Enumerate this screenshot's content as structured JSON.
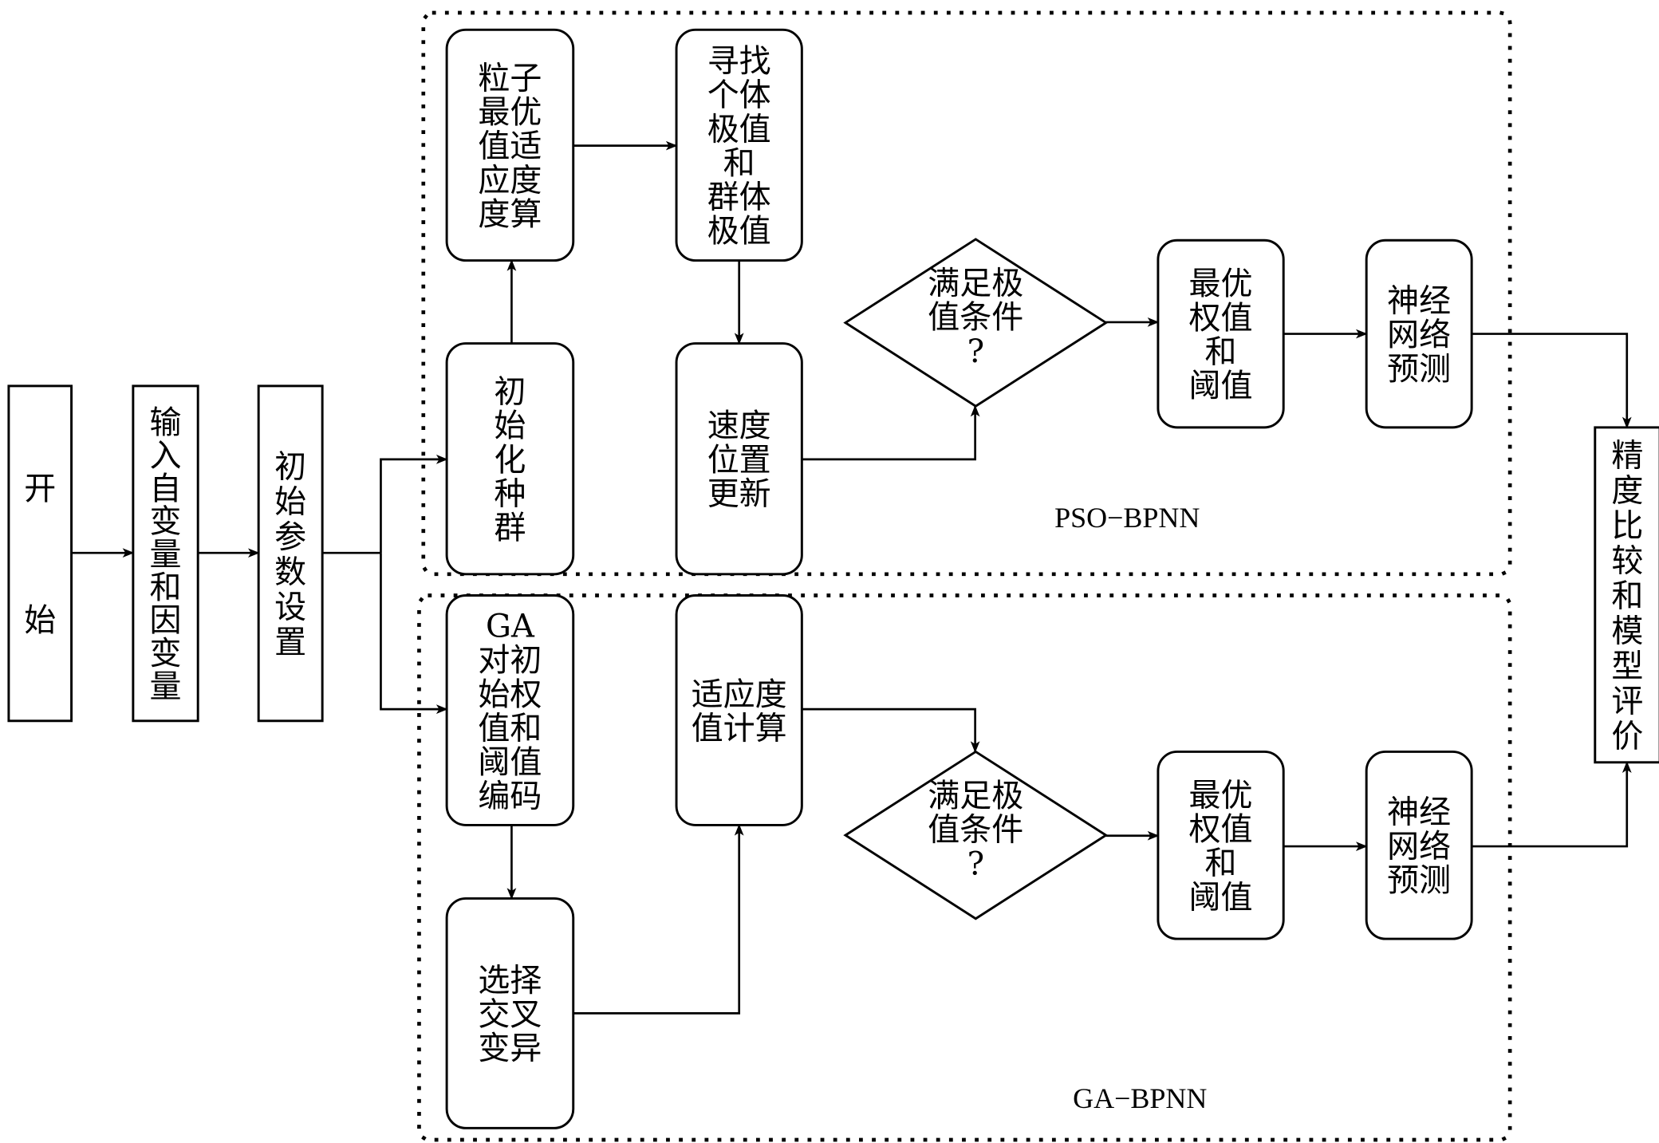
{
  "diagram": {
    "type": "flowchart",
    "colors": {
      "stroke": "#000000",
      "background": "#ffffff"
    },
    "groups": [
      {
        "id": "pso",
        "label": "PSO−BPNN"
      },
      {
        "id": "ga",
        "label": "GA−BPNN"
      }
    ],
    "nodes": {
      "start": {
        "shape": "rect",
        "lines": [
          "开",
          "",
          "始"
        ]
      },
      "input": {
        "shape": "rect",
        "lines": [
          "输",
          "入",
          "自",
          "变",
          "量",
          "和",
          "因",
          "变",
          "量"
        ]
      },
      "params": {
        "shape": "rect",
        "lines": [
          "初",
          "始",
          "参",
          "数",
          "设",
          "置"
        ]
      },
      "pso_init": {
        "shape": "rounded",
        "group": "pso",
        "lines": [
          "初",
          "始",
          "化",
          "种",
          "群"
        ]
      },
      "pso_fitness": {
        "shape": "rounded",
        "group": "pso",
        "lines": [
          "粒子",
          "最优",
          "值适",
          "应度",
          "度算"
        ]
      },
      "pso_extreme": {
        "shape": "rounded",
        "group": "pso",
        "lines": [
          "寻找",
          "个体",
          "极值",
          "和",
          "群体",
          "极值"
        ]
      },
      "pso_update": {
        "shape": "rounded",
        "group": "pso",
        "lines": [
          "速度",
          "位置",
          "更新"
        ]
      },
      "pso_decision": {
        "shape": "diamond",
        "group": "pso",
        "lines": [
          "满足极",
          "值条件",
          "?"
        ]
      },
      "pso_best": {
        "shape": "rounded",
        "group": "pso",
        "lines": [
          "最优",
          "权值",
          "和",
          "阈值"
        ]
      },
      "pso_predict": {
        "shape": "rounded",
        "group": "pso",
        "lines": [
          "神经",
          "网络",
          "预测"
        ]
      },
      "ga_encode": {
        "shape": "rounded",
        "group": "ga",
        "lines": [
          "GA",
          "对初",
          "始权",
          "值和",
          "阈值",
          "编码"
        ]
      },
      "ga_ops": {
        "shape": "rounded",
        "group": "ga",
        "lines": [
          "选择",
          "交叉",
          "变异"
        ]
      },
      "ga_fitness": {
        "shape": "rounded",
        "group": "ga",
        "lines": [
          "适应度",
          "值计算"
        ]
      },
      "ga_decision": {
        "shape": "diamond",
        "group": "ga",
        "lines": [
          "满足极",
          "值条件",
          "?"
        ]
      },
      "ga_best": {
        "shape": "rounded",
        "group": "ga",
        "lines": [
          "最优",
          "权值",
          "和",
          "阈值"
        ]
      },
      "ga_predict": {
        "shape": "rounded",
        "group": "ga",
        "lines": [
          "神经",
          "网络",
          "预测"
        ]
      },
      "evaluate": {
        "shape": "rect",
        "lines": [
          "精",
          "度",
          "比",
          "较",
          "和",
          "模",
          "型",
          "评",
          "价"
        ]
      }
    },
    "edges": [
      {
        "from": "start",
        "to": "input"
      },
      {
        "from": "input",
        "to": "params"
      },
      {
        "from": "params",
        "to": "pso_init"
      },
      {
        "from": "params",
        "to": "ga_encode"
      },
      {
        "from": "pso_init",
        "to": "pso_fitness"
      },
      {
        "from": "pso_fitness",
        "to": "pso_extreme"
      },
      {
        "from": "pso_extreme",
        "to": "pso_update"
      },
      {
        "from": "pso_update",
        "to": "pso_decision"
      },
      {
        "from": "pso_decision",
        "to": "pso_best"
      },
      {
        "from": "pso_best",
        "to": "pso_predict"
      },
      {
        "from": "pso_predict",
        "to": "evaluate"
      },
      {
        "from": "ga_encode",
        "to": "ga_ops"
      },
      {
        "from": "ga_ops",
        "to": "ga_fitness"
      },
      {
        "from": "ga_fitness",
        "to": "ga_decision"
      },
      {
        "from": "ga_decision",
        "to": "ga_best"
      },
      {
        "from": "ga_best",
        "to": "ga_predict"
      },
      {
        "from": "ga_predict",
        "to": "evaluate"
      }
    ]
  }
}
